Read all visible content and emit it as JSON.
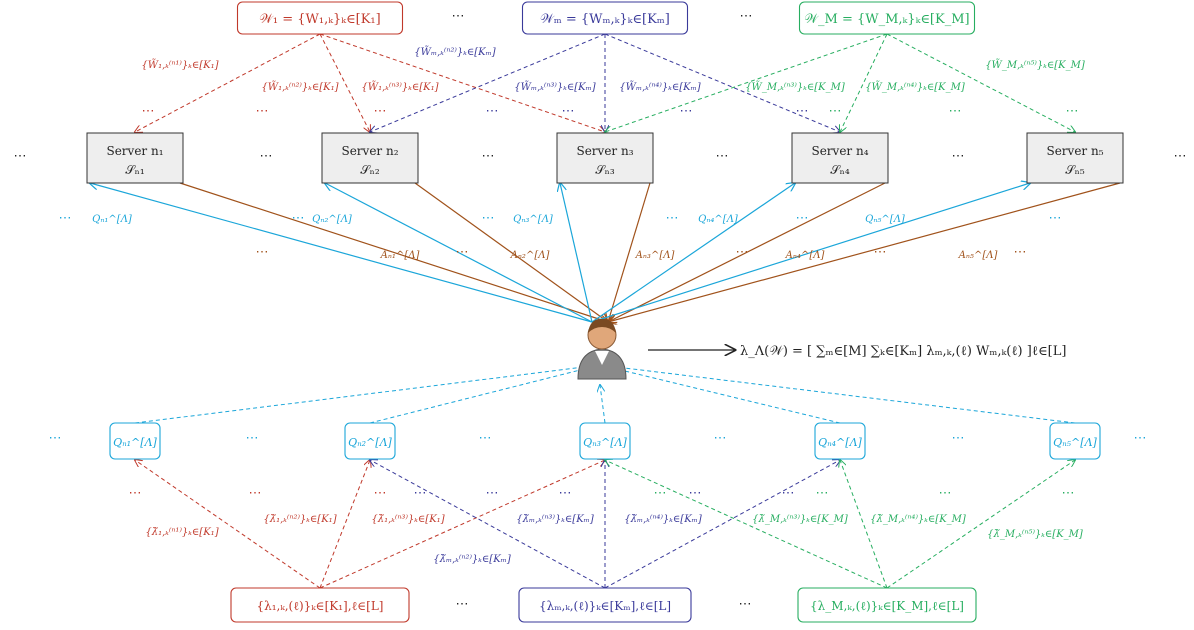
{
  "colors": {
    "red": "#c0392b",
    "purple": "#3a3a9a",
    "green": "#27ae60",
    "cyan": "#1ba6d9",
    "brown": "#a0521b",
    "black": "#222222",
    "server_fill": "#eeeeee"
  },
  "ellipsis": "⋯",
  "sources": [
    {
      "label": "𝒲₁ = {W₁,ₖ}ₖ∈[K₁]",
      "color": "red"
    },
    {
      "label": "𝒲ₘ = {Wₘ,ₖ}ₖ∈[Kₘ]",
      "color": "purple"
    },
    {
      "label": "𝒲_M = {W_M,ₖ}ₖ∈[K_M]",
      "color": "green"
    }
  ],
  "servers": [
    {
      "line1": "Server n₁",
      "line2": "𝒮ₙ₁"
    },
    {
      "line1": "Server n₂",
      "line2": "𝒮ₙ₂"
    },
    {
      "line1": "Server n₃",
      "line2": "𝒮ₙ₃"
    },
    {
      "line1": "Server n₄",
      "line2": "𝒮ₙ₄"
    },
    {
      "line1": "Server n₅",
      "line2": "𝒮ₙ₅"
    }
  ],
  "queries": [
    "Qₙ₁^[Λ]",
    "Qₙ₂^[Λ]",
    "Qₙ₃^[Λ]",
    "Qₙ₄^[Λ]",
    "Qₙ₅^[Λ]"
  ],
  "answers": [
    "Aₙ₁^[Λ]",
    "Aₙ₂^[Λ]",
    "Aₙ₃^[Λ]",
    "Aₙ₄^[Λ]",
    "Aₙ₅^[Λ]"
  ],
  "bottom_sources": [
    {
      "label": "{λ₁,ₖ,(ℓ)}ₖ∈[K₁],ℓ∈[L]",
      "color": "red"
    },
    {
      "label": "{λₘ,ₖ,(ℓ)}ₖ∈[Kₘ],ℓ∈[L]",
      "color": "purple"
    },
    {
      "label": "{λ_M,ₖ,(ℓ)}ₖ∈[K_M],ℓ∈[L]",
      "color": "green"
    }
  ],
  "top_edge_labels": [
    {
      "text": "{W̃₁,ₖ⁽ⁿ¹⁾}ₖ∈[K₁]",
      "color": "red"
    },
    {
      "text": "{W̃₁,ₖ⁽ⁿ²⁾}ₖ∈[K₁]",
      "color": "red"
    },
    {
      "text": "{W̃₁,ₖ⁽ⁿ³⁾}ₖ∈[K₁]",
      "color": "red"
    },
    {
      "text": "{W̃ₘ,ₖ⁽ⁿ²⁾}ₖ∈[Kₘ]",
      "color": "purple"
    },
    {
      "text": "{W̃ₘ,ₖ⁽ⁿ³⁾}ₖ∈[Kₘ]",
      "color": "purple"
    },
    {
      "text": "{W̃ₘ,ₖ⁽ⁿ⁴⁾}ₖ∈[Kₘ]",
      "color": "purple"
    },
    {
      "text": "{W̃_M,ₖ⁽ⁿ³⁾}ₖ∈[K_M]",
      "color": "green"
    },
    {
      "text": "{W̃_M,ₖ⁽ⁿ⁴⁾}ₖ∈[K_M]",
      "color": "green"
    },
    {
      "text": "{W̃_M,ₖ⁽ⁿ⁵⁾}ₖ∈[K_M]",
      "color": "green"
    }
  ],
  "bottom_edge_labels": [
    {
      "text": "{λ̃₁,ₖ⁽ⁿ¹⁾}ₖ∈[K₁]",
      "color": "red"
    },
    {
      "text": "{λ̃₁,ₖ⁽ⁿ²⁾}ₖ∈[K₁]",
      "color": "red"
    },
    {
      "text": "{λ̃₁,ₖ⁽ⁿ³⁾}ₖ∈[K₁]",
      "color": "red"
    },
    {
      "text": "{λ̃ₘ,ₖ⁽ⁿ²⁾}ₖ∈[Kₘ]",
      "color": "purple"
    },
    {
      "text": "{λ̃ₘ,ₖ⁽ⁿ³⁾}ₖ∈[Kₘ]",
      "color": "purple"
    },
    {
      "text": "{λ̃ₘ,ₖ⁽ⁿ⁴⁾}ₖ∈[Kₘ]",
      "color": "purple"
    },
    {
      "text": "{λ̃_M,ₖ⁽ⁿ³⁾}ₖ∈[K_M]",
      "color": "green"
    },
    {
      "text": "{λ̃_M,ₖ⁽ⁿ⁴⁾}ₖ∈[K_M]",
      "color": "green"
    },
    {
      "text": "{λ̃_M,ₖ⁽ⁿ⁵⁾}ₖ∈[K_M]",
      "color": "green"
    }
  ],
  "output_formula": "λ_Λ(𝒲) = [ ∑ₘ∈[M] ∑ₖ∈[Kₘ] λₘ,ₖ,(ℓ) Wₘ,ₖ(ℓ) ]ℓ∈[L]"
}
